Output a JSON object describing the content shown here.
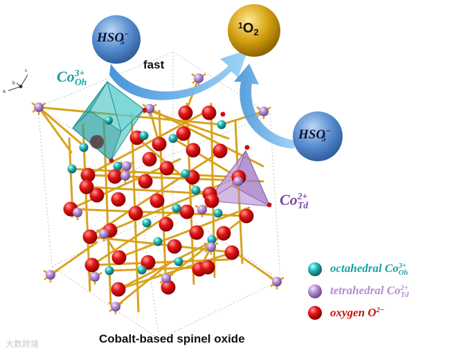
{
  "caption": "Cobalt-based spinel oxide",
  "arrow_label": "fast",
  "product": {
    "prefix": "1",
    "main": "O",
    "sub": "2"
  },
  "reactant": {
    "main": "HSO",
    "sup": "−",
    "sub": "5"
  },
  "site_oh": {
    "main": "Co",
    "sup": "3+",
    "sub": "Oh"
  },
  "site_td": {
    "main": "Co",
    "sup": "2+",
    "sub": "Td"
  },
  "legend": [
    {
      "text": "octahedral Co",
      "sup": "3+",
      "sub": "Oh",
      "color": "#22b4b4"
    },
    {
      "text": "tetrahedral Co",
      "sup": "2+",
      "sub": "Td",
      "color": "#b48cd2"
    },
    {
      "text": "oxygen O",
      "sup": "2−",
      "sub": "",
      "color": "#dd1111"
    }
  ],
  "axes": {
    "a": "a",
    "b": "b",
    "c": "c"
  },
  "watermark": "大数跨境",
  "colors": {
    "teal": "#1a9e9e",
    "purple": "#7a4aa8",
    "red_text": "#cc1111",
    "bond": "#d9a21b",
    "sphere_blue": "#4e86c8",
    "sphere_gold": "#d4a010",
    "arrow_blue": "#5aa9e6"
  }
}
